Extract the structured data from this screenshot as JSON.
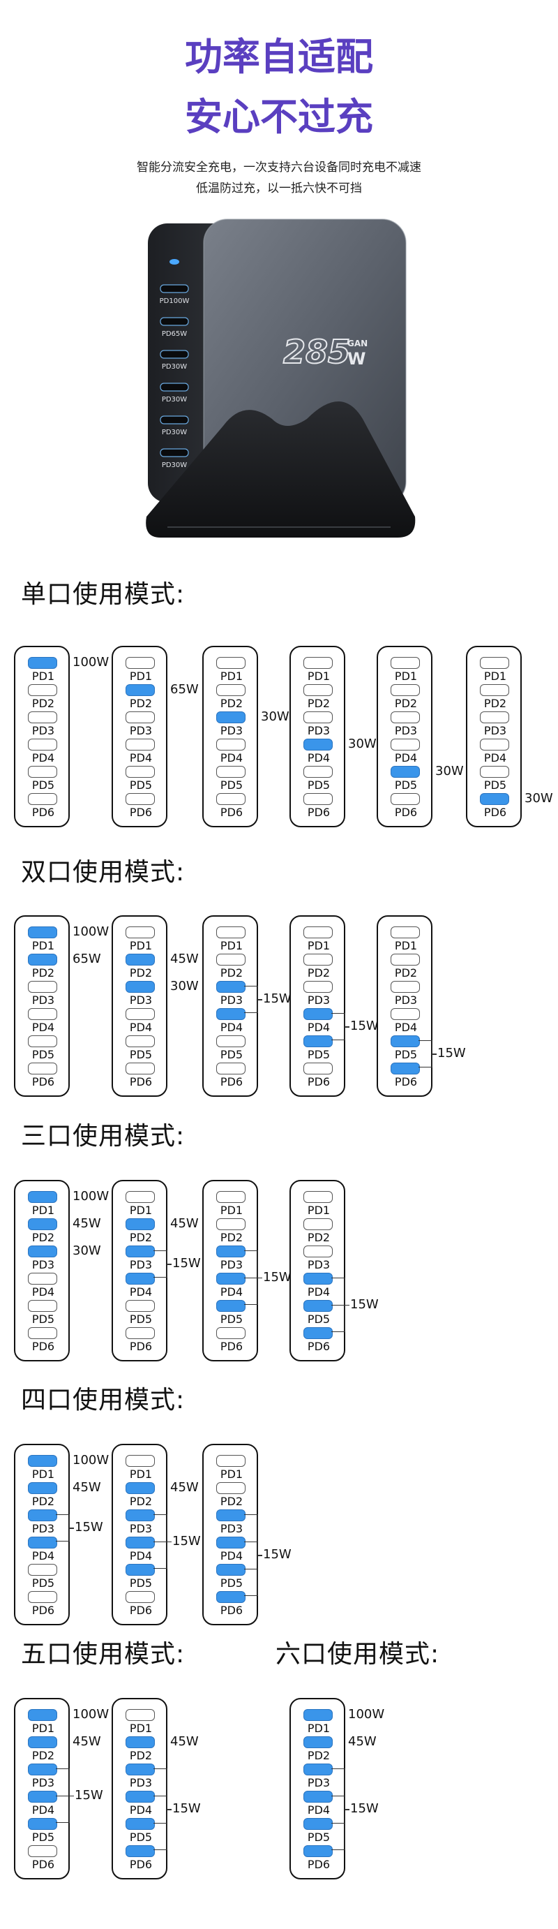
{
  "hero": {
    "title_line1": "功率自适配",
    "title_line2": "安心不过充",
    "sub_line1": "智能分流安全充电，一次支持六台设备同时充电不减速",
    "sub_line2": "低温防过充，以一抵六快不可挡"
  },
  "device": {
    "brand_text": "285",
    "gan_text": "GAN",
    "w_text": "W",
    "port_labels": [
      "PD100W",
      "PD65W",
      "PD30W",
      "PD30W",
      "PD30W",
      "PD30W"
    ],
    "body_color": "#5c626c",
    "led_color": "#4aa8ff"
  },
  "port_names": [
    "PD1",
    "PD2",
    "PD3",
    "PD4",
    "PD5",
    "PD6"
  ],
  "colors": {
    "active": "#3a95ea",
    "border": "#111111"
  },
  "sections": [
    {
      "title": "单口使用模式:"
    },
    {
      "title": "双口使用模式:"
    },
    {
      "title": "三口使用模式:"
    },
    {
      "title": "四口使用模式:"
    },
    {
      "title": "五口使用模式:"
    },
    {
      "title": "六口使用模式:"
    }
  ],
  "modes": {
    "single": [
      {
        "active": [
          1
        ],
        "labels": [
          {
            "port": 1,
            "text": "100W"
          }
        ]
      },
      {
        "active": [
          2
        ],
        "labels": [
          {
            "port": 2,
            "text": "65W"
          }
        ]
      },
      {
        "active": [
          3
        ],
        "labels": [
          {
            "port": 3,
            "text": "30W"
          }
        ]
      },
      {
        "active": [
          4
        ],
        "labels": [
          {
            "port": 4,
            "text": "30W"
          }
        ]
      },
      {
        "active": [
          5
        ],
        "labels": [
          {
            "port": 5,
            "text": "30W"
          }
        ]
      },
      {
        "active": [
          6
        ],
        "labels": [
          {
            "port": 6,
            "text": "30W"
          }
        ]
      }
    ],
    "dual": [
      {
        "active": [
          1,
          2
        ],
        "labels": [
          {
            "port": 1,
            "text": "100W"
          },
          {
            "port": 2,
            "text": "65W"
          }
        ]
      },
      {
        "active": [
          2,
          3
        ],
        "labels": [
          {
            "port": 2,
            "text": "45W"
          },
          {
            "port": 3,
            "text": "30W"
          }
        ]
      },
      {
        "active": [
          3,
          4
        ],
        "group": {
          "from": 3,
          "to": 4,
          "text": "15W"
        }
      },
      {
        "active": [
          4,
          5
        ],
        "group": {
          "from": 4,
          "to": 5,
          "text": "15W"
        }
      },
      {
        "active": [
          5,
          6
        ],
        "group": {
          "from": 5,
          "to": 6,
          "text": "15W"
        }
      }
    ],
    "triple": [
      {
        "active": [
          1,
          2,
          3
        ],
        "labels": [
          {
            "port": 1,
            "text": "100W"
          },
          {
            "port": 2,
            "text": "45W"
          },
          {
            "port": 3,
            "text": "30W"
          }
        ]
      },
      {
        "active": [
          2,
          3,
          4
        ],
        "labels": [
          {
            "port": 2,
            "text": "45W"
          }
        ],
        "group": {
          "from": 3,
          "to": 4,
          "text": "15W"
        }
      },
      {
        "active": [
          3,
          4,
          5
        ],
        "group": {
          "from": 3,
          "to": 5,
          "text": "15W"
        }
      },
      {
        "active": [
          4,
          5,
          6
        ],
        "group": {
          "from": 4,
          "to": 6,
          "text": "15W"
        }
      }
    ],
    "quad": [
      {
        "active": [
          1,
          2,
          3,
          4
        ],
        "labels": [
          {
            "port": 1,
            "text": "100W"
          },
          {
            "port": 2,
            "text": "45W"
          }
        ],
        "group": {
          "from": 3,
          "to": 4,
          "text": "15W"
        }
      },
      {
        "active": [
          2,
          3,
          4,
          5
        ],
        "labels": [
          {
            "port": 2,
            "text": "45W"
          }
        ],
        "group": {
          "from": 3,
          "to": 5,
          "text": "15W"
        }
      },
      {
        "active": [
          3,
          4,
          5,
          6
        ],
        "group": {
          "from": 3,
          "to": 6,
          "text": "15W"
        }
      }
    ],
    "penta": [
      {
        "active": [
          1,
          2,
          3,
          4,
          5
        ],
        "labels": [
          {
            "port": 1,
            "text": "100W"
          },
          {
            "port": 2,
            "text": "45W"
          }
        ],
        "group": {
          "from": 3,
          "to": 5,
          "text": "15W"
        }
      },
      {
        "active": [
          2,
          3,
          4,
          5,
          6
        ],
        "labels": [
          {
            "port": 2,
            "text": "45W"
          }
        ],
        "group": {
          "from": 3,
          "to": 6,
          "text": "15W"
        }
      }
    ],
    "hexa": [
      {
        "active": [
          1,
          2,
          3,
          4,
          5,
          6
        ],
        "labels": [
          {
            "port": 1,
            "text": "100W"
          },
          {
            "port": 2,
            "text": "45W"
          }
        ],
        "group": {
          "from": 3,
          "to": 6,
          "text": "15W"
        }
      }
    ]
  }
}
